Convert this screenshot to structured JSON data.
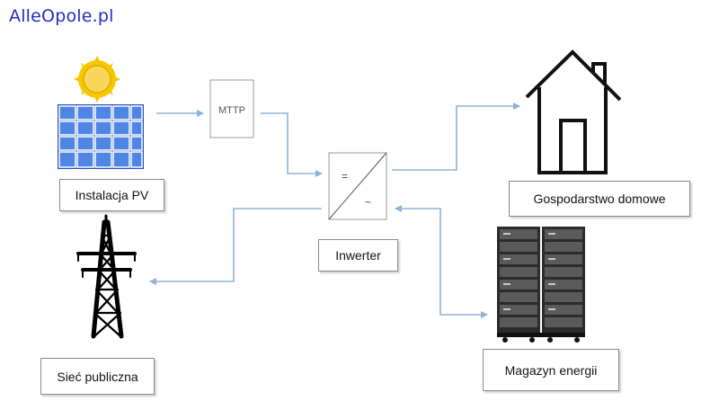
{
  "watermark": "AlleOpole.pl",
  "mttp": {
    "label": "MTTP"
  },
  "inverter": {
    "label": "Inwerter",
    "dc_symbol": "=",
    "ac_symbol": "~"
  },
  "nodes": {
    "pv": {
      "label": "Instalacja PV",
      "icon": "solar-panel-icon"
    },
    "grid": {
      "label": "Sieć publiczna",
      "icon": "power-pylon-icon"
    },
    "home": {
      "label": "Gospodarstwo domowe",
      "icon": "house-icon"
    },
    "storage": {
      "label": "Magazyn energii",
      "icon": "battery-rack-icon"
    }
  },
  "colors": {
    "arrow": "#8db3d8",
    "panel": "#3d6fd6",
    "sun": "#f6c700",
    "brand": "#1f2fbf"
  }
}
